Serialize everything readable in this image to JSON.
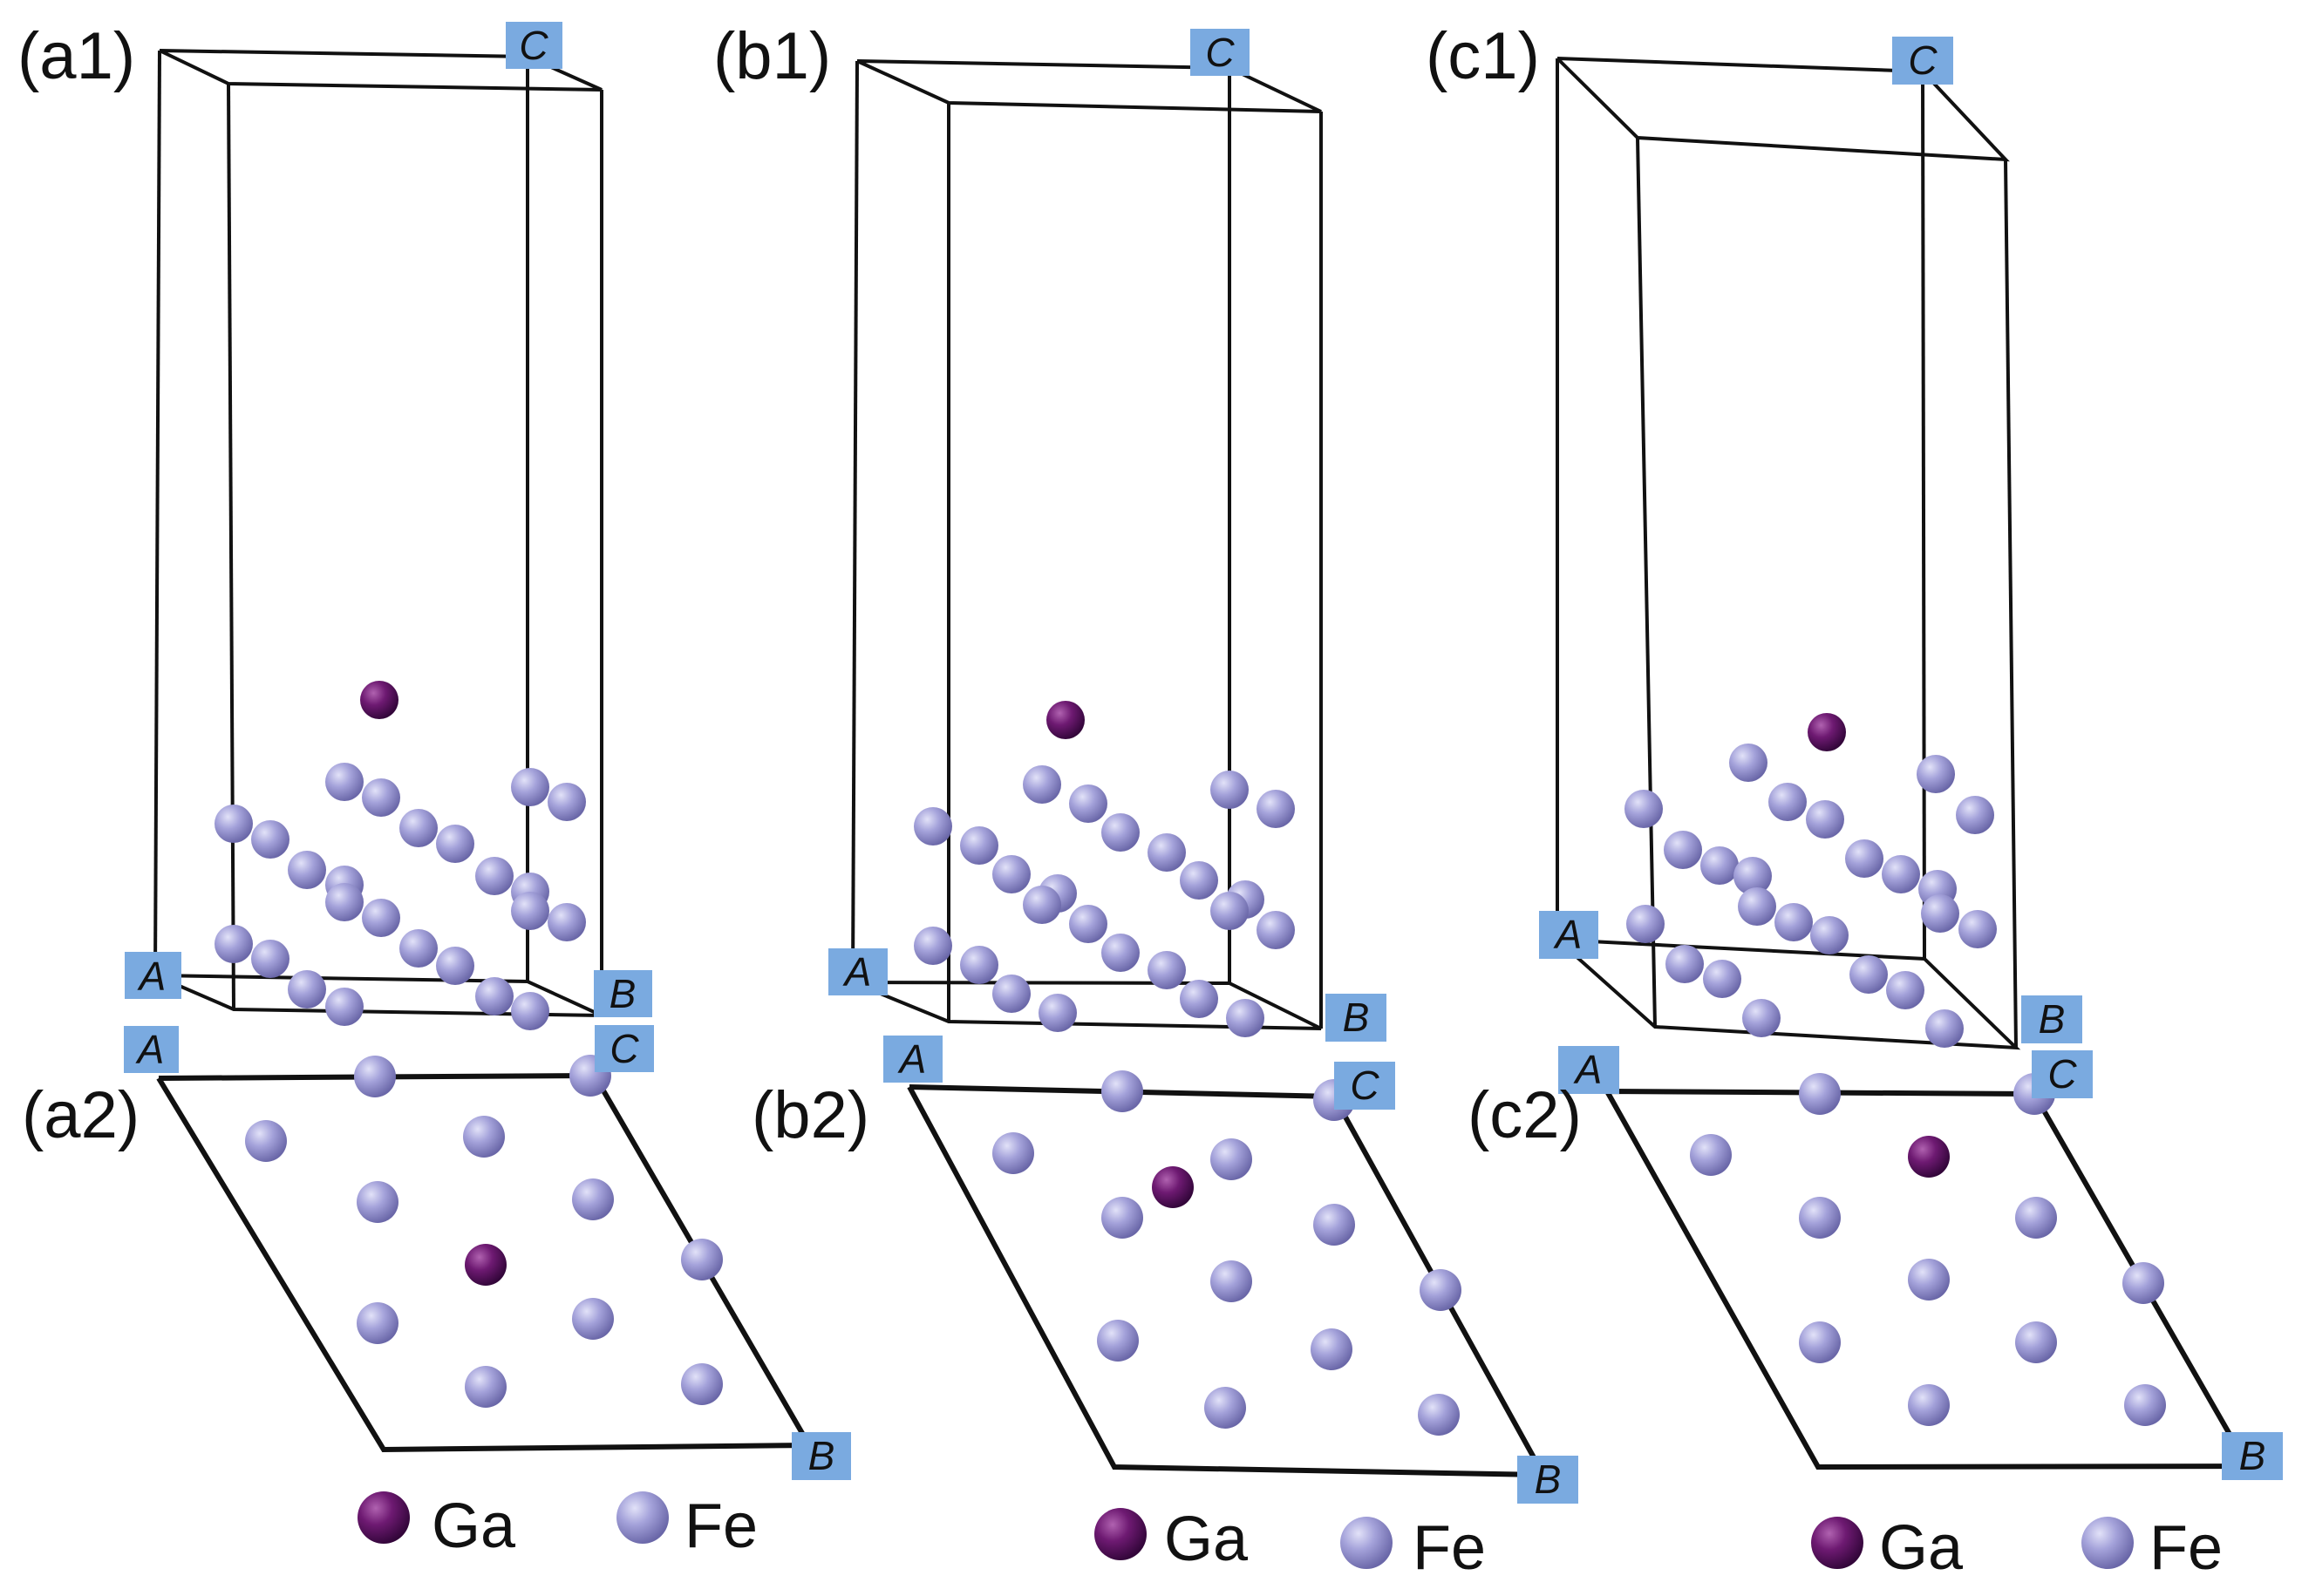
{
  "colors": {
    "axis_tag": "#7aaae0",
    "fe_light": "#c9c9ef",
    "fe_mid": "#9d9bd6",
    "fe_dark": "#6f6cb0",
    "ga_light": "#a34aa3",
    "ga_mid": "#6e1a72",
    "ga_dark": "#3c0843",
    "line": "#111111"
  },
  "panels": [
    {
      "id": "a",
      "top_label": "(a1)",
      "bottom_label": "(a2)",
      "axis_labels": {
        "a_top": "A",
        "b_top": "B",
        "c_top": "C",
        "a_bottom": "A",
        "b_bottom": "B",
        "c_bottom": "C"
      },
      "legend": {
        "ga": "Ga",
        "fe": "Fe"
      }
    },
    {
      "id": "b",
      "top_label": "(b1)",
      "bottom_label": "(b2)",
      "axis_labels": {
        "a_top": "A",
        "b_top": "B",
        "c_top": "C",
        "a_bottom": "A",
        "b_bottom": "B",
        "c_bottom": "C"
      },
      "legend": {
        "ga": "Ga",
        "fe": "Fe"
      }
    },
    {
      "id": "c",
      "top_label": "(c1)",
      "bottom_label": "(c2)",
      "axis_labels": {
        "a_top": "A",
        "b_top": "B",
        "c_top": "C",
        "a_bottom": "A",
        "b_bottom": "B",
        "c_bottom": "C"
      },
      "legend": {
        "ga": "Ga",
        "fe": "Fe"
      }
    }
  ]
}
